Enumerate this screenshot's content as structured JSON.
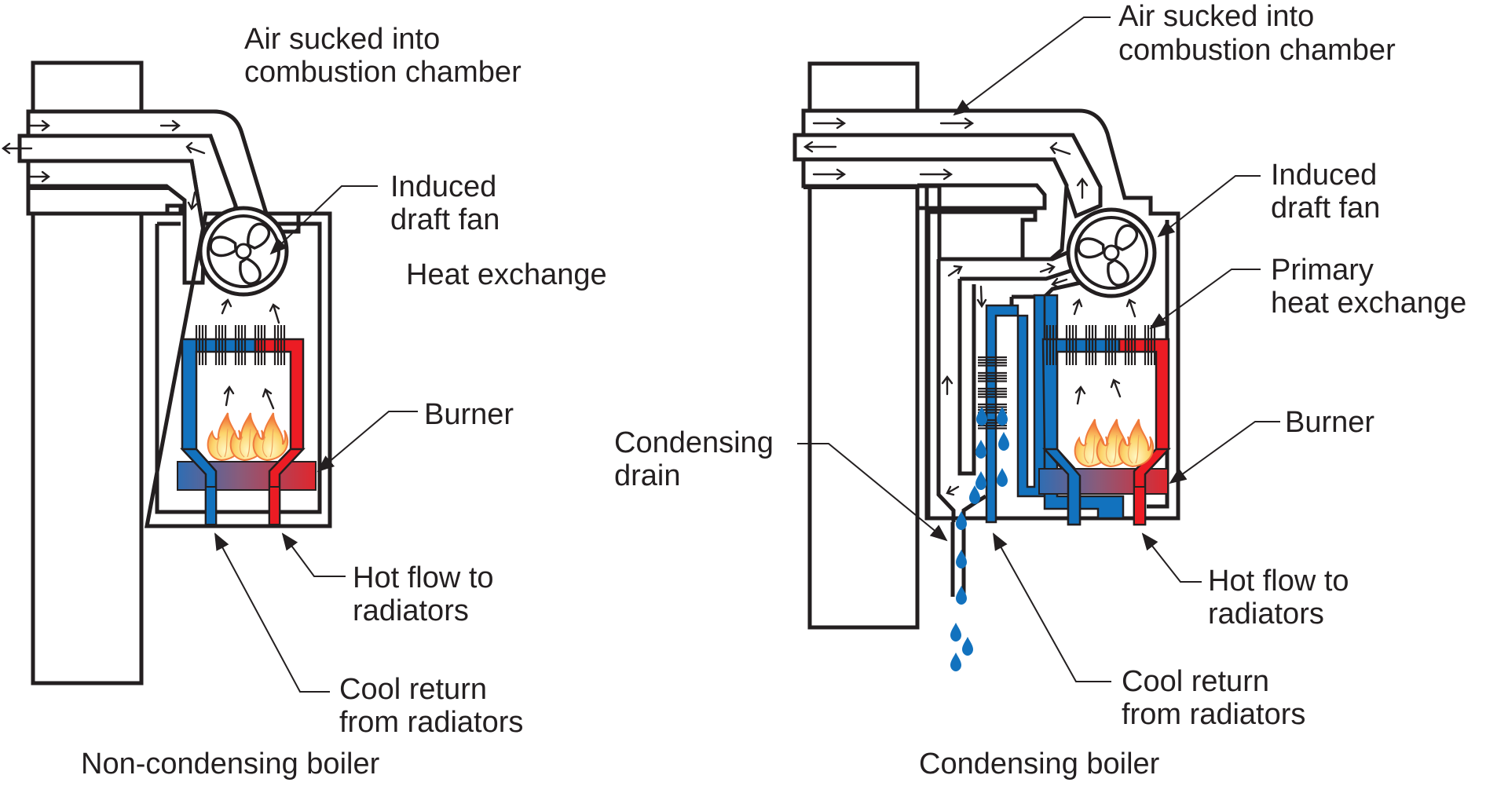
{
  "figure": {
    "panels": [
      {
        "id": "non-condensing",
        "caption": "Non-condensing boiler",
        "labels": {
          "air_1": "Air sucked into",
          "air_2": "combustion chamber",
          "fan_1": "Induced",
          "fan_2": "draft fan",
          "heat_exchange": "Heat exchange",
          "burner": "Burner",
          "hot_1": "Hot flow to",
          "hot_2": "radiators",
          "cool_1": "Cool return",
          "cool_2": "from radiators"
        }
      },
      {
        "id": "condensing",
        "caption": "Condensing boiler",
        "labels": {
          "air_1": "Air sucked into",
          "air_2": "combustion chamber",
          "fan_1": "Induced",
          "fan_2": "draft fan",
          "hx_1": "Primary",
          "hx_2": "heat exchange",
          "burner": "Burner",
          "drain_1": "Condensing",
          "drain_2": "drain",
          "hot_1": "Hot flow to",
          "hot_2": "radiators",
          "cool_1": "Cool return",
          "cool_2": "from radiators"
        }
      }
    ],
    "colors": {
      "cold_water": "#1272be",
      "hot_water": "#ec1c24",
      "outline": "#231f20",
      "flame_outer": "#f58a4b",
      "flame_inner": "#fff3a8",
      "condensate": "#1272be"
    },
    "icons": [
      "fan-icon",
      "flame-icon",
      "water-drop-icon",
      "flow-arrow-icon",
      "leader-arrow-icon"
    ]
  }
}
